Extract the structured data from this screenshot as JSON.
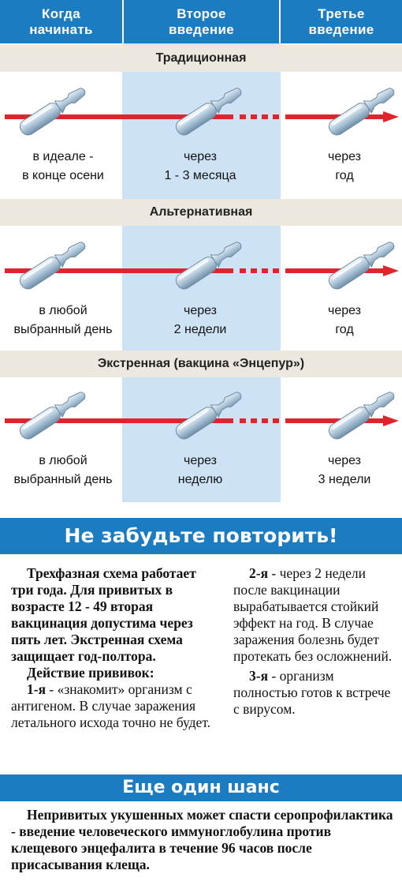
{
  "header": {
    "col1": [
      "Когда",
      "начинать"
    ],
    "col2": [
      "Второе",
      "введение"
    ],
    "col3": [
      "Третье",
      "введение"
    ]
  },
  "schemes": [
    {
      "title": "Традиционная",
      "labels": [
        [
          "в идеале -",
          "в конце осени"
        ],
        [
          "через",
          "1 - 3 месяца"
        ],
        [
          "через",
          "год"
        ]
      ]
    },
    {
      "title": "Альтернативная",
      "labels": [
        [
          "в любой",
          "выбранный день"
        ],
        [
          "через",
          "2 недели"
        ],
        [
          "через",
          "год"
        ]
      ]
    },
    {
      "title": "Экстренная (вакцина «Энцепур»)",
      "labels": [
        [
          "в любой",
          "выбранный день"
        ],
        [
          "через",
          "неделю"
        ],
        [
          "через",
          "3 недели"
        ]
      ]
    }
  ],
  "colors": {
    "blue": "#1c7cc2",
    "light_blue": "#cde3f5",
    "red": "#e0242b",
    "band": "#ece7df"
  },
  "icons": {
    "ampoule": "ampoule-icon",
    "arrow": "arrow-right-icon"
  },
  "reminder": {
    "title": "Не забудьте повторить!",
    "left_bold": "Трехфазная схема работает три года. Для привитых в возрасте 12 - 49 вторая вакцинация допустима через пять лет. Экстренная схема защищает год-полтора.",
    "action_title": "Действие прививок:",
    "first_label": "1-я",
    "first_text": " - «знакомит» организм с антигеном. В случае заражения летального исхода точно не будет.",
    "second_label": "2-я",
    "second_text": " - через 2 недели после вакцинации вырабатывается стойкий эффект на год. В случае заражения болезнь будет протекать без осложнений.",
    "third_label": "3-я",
    "third_text": " - организм полностью готов к встрече с вирусом."
  },
  "chance": {
    "title": "Еще один шанс",
    "text": "Непривитых укушенных может спасти серопрофилактика - введение человеческого иммуноглобулина против клещевого энцефалита в течение 96 часов после присасывания клеща."
  }
}
